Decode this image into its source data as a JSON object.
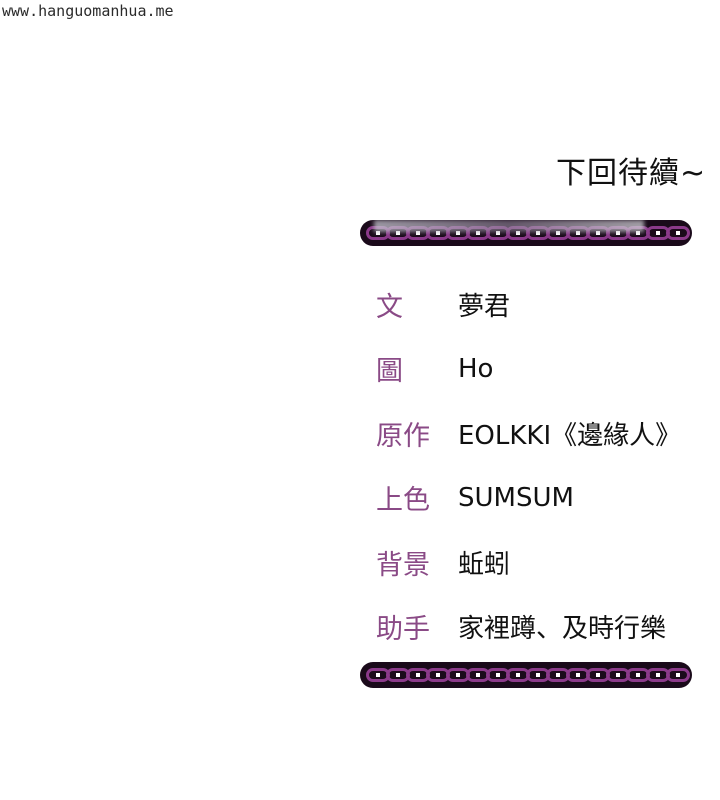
{
  "watermark": "www.hanguomanhua.me",
  "to_be_continued": "下回待續~",
  "colors": {
    "role_text": "#8a4a86",
    "name_text": "#111111",
    "chain_outline": "#1a0a1a",
    "chain_link": "#8b3a8a",
    "background": "#ffffff"
  },
  "credits": [
    {
      "role": "文",
      "name": "夢君"
    },
    {
      "role": "圖",
      "name": "Ho"
    },
    {
      "role": "原作",
      "name": "EOLKKI《邊緣人》"
    },
    {
      "role": "上色",
      "name": "SUMSUM"
    },
    {
      "role": "背景",
      "name": "蚯蚓"
    },
    {
      "role": "助手",
      "name": "家裡蹲、及時行樂"
    }
  ]
}
